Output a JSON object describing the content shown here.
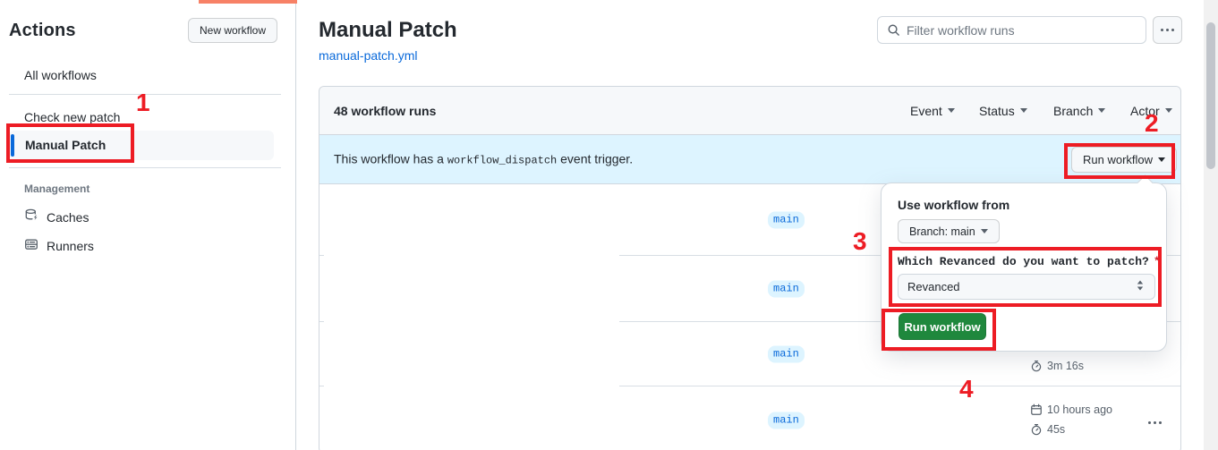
{
  "colors": {
    "annotation_red": "#ed1c24",
    "accent_blue": "#0969da",
    "banner_blue": "#ddf4ff",
    "success_green": "#1f883d",
    "tab_indicator_orange": "#f78166"
  },
  "annotations": {
    "step1": "1",
    "step2": "2",
    "step3": "3",
    "step4": "4"
  },
  "sidebar": {
    "title": "Actions",
    "new_workflow_button": "New workflow",
    "items": [
      {
        "label": "All workflows"
      },
      {
        "label": "Check new patch"
      },
      {
        "label": "Manual Patch"
      }
    ],
    "management_label": "Management",
    "management_items": [
      {
        "label": "Caches"
      },
      {
        "label": "Runners"
      }
    ]
  },
  "header": {
    "title": "Manual Patch",
    "workflow_file_link": "manual-patch.yml",
    "filter_placeholder": "Filter workflow runs"
  },
  "runs_table": {
    "count_label": "48 workflow runs",
    "filters": [
      {
        "label": "Event"
      },
      {
        "label": "Status"
      },
      {
        "label": "Branch"
      },
      {
        "label": "Actor"
      }
    ],
    "banner": {
      "text_before": "This workflow has a",
      "code": "workflow_dispatch",
      "text_after": "event trigger.",
      "run_workflow_button": "Run workflow"
    },
    "rows": [
      {
        "branch": "main"
      },
      {
        "branch": "main"
      },
      {
        "branch": "main",
        "duration": "3m 16s"
      },
      {
        "branch": "main",
        "date": "10 hours ago",
        "duration": "45s"
      }
    ]
  },
  "run_dropdown": {
    "heading": "Use workflow from",
    "branch_selector_label": "Branch: main",
    "input_label": "Which Revanced do you want to patch?",
    "required_marker": "*",
    "selected_value": "Revanced",
    "run_button": "Run workflow"
  }
}
